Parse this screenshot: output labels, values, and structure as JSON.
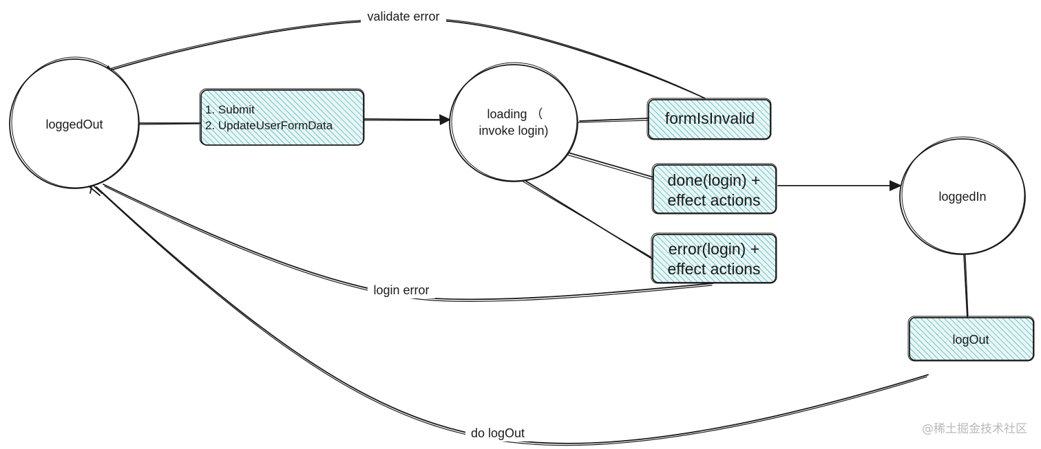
{
  "nodes": {
    "logged_out": "loggedOut",
    "loading_line1": "loading （",
    "loading_line2": "invoke login)",
    "logged_in": "loggedIn"
  },
  "boxes": {
    "submit_line1": "1. Submit",
    "submit_line2": "2. UpdateUserFormData",
    "form_invalid": "formIsInvalid",
    "done_line1": "done(login) +",
    "done_line2": "effect actions",
    "error_line1": "error(login) +",
    "error_line2": "effect actions",
    "log_out": "logOut"
  },
  "edges": {
    "validate_error": "validate error",
    "login_error": "login error",
    "do_log_out": "do logOut"
  },
  "watermark": "@稀土掘金技术社区",
  "colors": {
    "hatch": "#2aa6ad",
    "stroke": "#1a1a1a",
    "box_fill": "#e9f6f6"
  }
}
